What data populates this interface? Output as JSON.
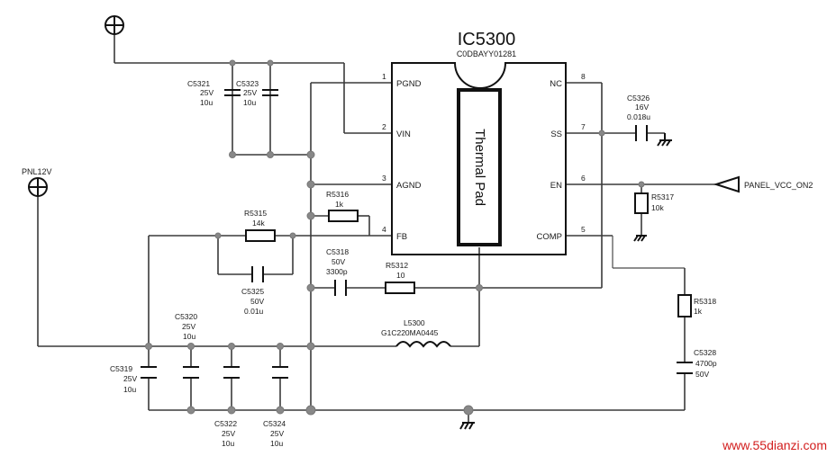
{
  "ic": {
    "ref": "IC5300",
    "part": "C0DBAYY01281",
    "pad_label": "Thermal Pad",
    "pins_left": [
      {
        "num": "1",
        "name": "PGND"
      },
      {
        "num": "2",
        "name": "VIN"
      },
      {
        "num": "3",
        "name": "AGND"
      },
      {
        "num": "4",
        "name": "FB"
      }
    ],
    "pins_right": [
      {
        "num": "8",
        "name": "NC"
      },
      {
        "num": "7",
        "name": "SS"
      },
      {
        "num": "6",
        "name": "EN"
      },
      {
        "num": "5",
        "name": "COMP"
      }
    ]
  },
  "nets": {
    "pnl12v": "PNL12V",
    "panel_vcc": "PANEL_VCC_ON2"
  },
  "components": {
    "c5321": {
      "ref": "C5321",
      "v": "25V",
      "val": "10u"
    },
    "c5323": {
      "ref": "C5323",
      "v": "25V",
      "val": "10u"
    },
    "c5326": {
      "ref": "C5326",
      "v": "16V",
      "val": "0.018u"
    },
    "r5317": {
      "ref": "R5317",
      "val": "10k"
    },
    "r5316": {
      "ref": "R5316",
      "val": "1k"
    },
    "r5315": {
      "ref": "R5315",
      "val": "14k"
    },
    "c5325": {
      "ref": "C5325",
      "v": "50V",
      "val": "0.01u"
    },
    "c5318": {
      "ref": "C5318",
      "v": "50V",
      "val": "3300p"
    },
    "r5312": {
      "ref": "R5312",
      "val": "10"
    },
    "l5300": {
      "ref": "L5300",
      "part": "G1C220MA0445"
    },
    "r5318": {
      "ref": "R5318",
      "val": "1k"
    },
    "c5328": {
      "ref": "C5328",
      "val": "4700p",
      "v": "50V"
    },
    "c5320": {
      "ref": "C5320",
      "v": "25V",
      "val": "10u"
    },
    "c5319": {
      "ref": "C5319",
      "v": "25V",
      "val": "10u"
    },
    "c5322": {
      "ref": "C5322",
      "v": "25V",
      "val": "10u"
    },
    "c5324": {
      "ref": "C5324",
      "v": "25V",
      "val": "10u"
    }
  },
  "watermark": "www.55dianzi.com"
}
